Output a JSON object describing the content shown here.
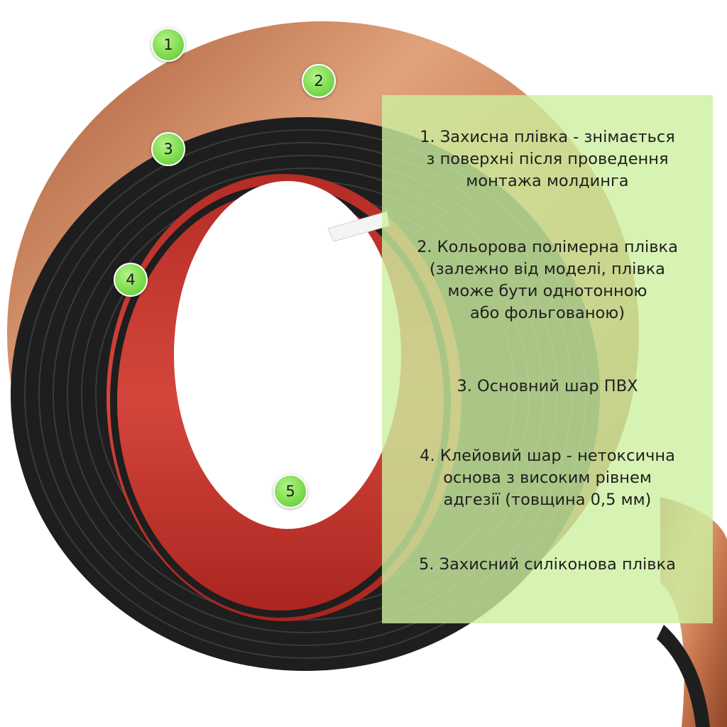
{
  "markers": [
    "1",
    "2",
    "3",
    "4",
    "5"
  ],
  "colors": {
    "copper": "#c8784f",
    "rubber": "#1e1e1e",
    "liner_red": "#c93b33",
    "panel_green": "#cdf0a0",
    "marker_green": "#7fdc50"
  },
  "legend": [
    {
      "lines": [
        "1. Захисна плівка - знімається",
        "з поверхні після проведення",
        "монтажа молдинга"
      ]
    },
    {
      "lines": [
        "2. Кольорова полімерна плівка",
        "(залежно від моделі, плівка",
        "може бути однотонною",
        "або фольгованою)"
      ]
    },
    {
      "lines": [
        "3. Основний шар ПВХ"
      ]
    },
    {
      "lines": [
        "4. Клейовий шар - нетоксична",
        "основа з високим рівнем",
        "адгезії (товщина 0,5 мм)"
      ]
    },
    {
      "lines": [
        "5. Захисний силіконова плівка"
      ]
    }
  ]
}
